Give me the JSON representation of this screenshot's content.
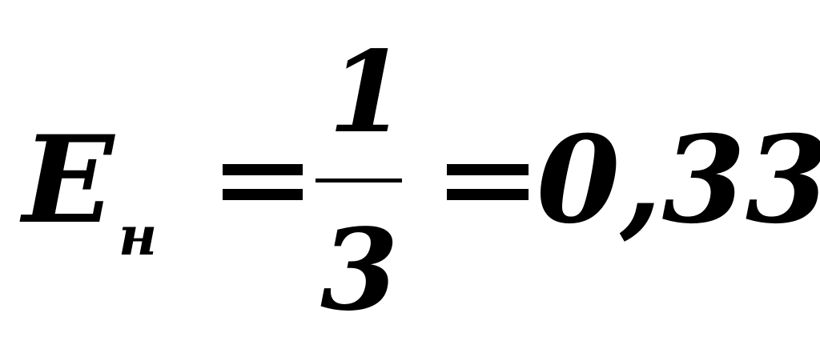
{
  "formula": {
    "variable": "E",
    "subscript": "н",
    "equals_symbol": "=",
    "numerator": "1",
    "denominator": "3",
    "result": "0,33."
  }
}
